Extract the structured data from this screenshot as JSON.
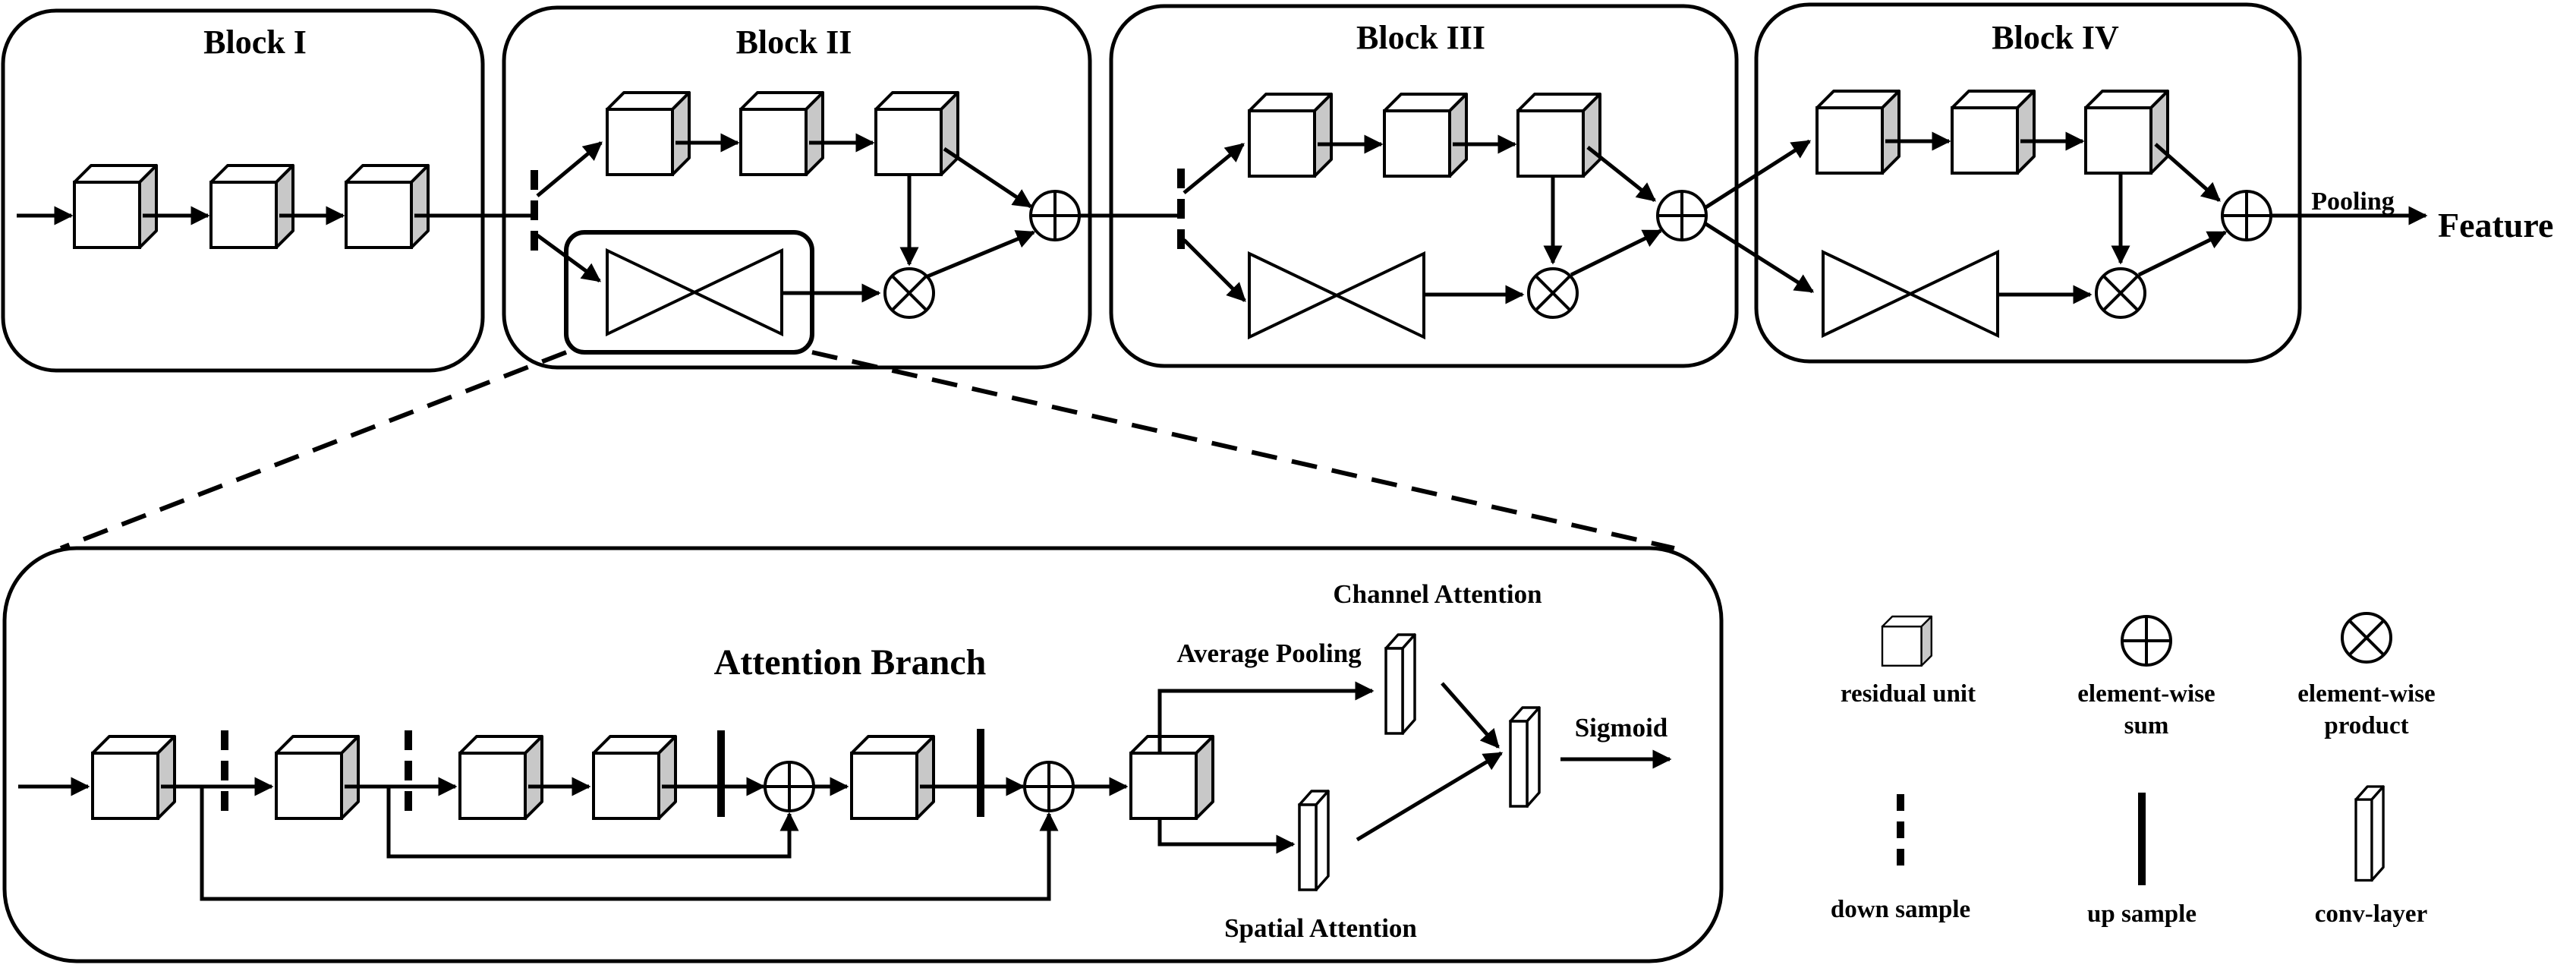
{
  "blocks": {
    "block1_title": "Block I",
    "block2_title": "Block II",
    "block3_title": "Block III",
    "block4_title": "Block IV"
  },
  "output": {
    "pooling_label": "Pooling",
    "feature_label": "Feature"
  },
  "attention": {
    "title": "Attention Branch",
    "average_pooling_label": "Average Pooling",
    "channel_attention_label": "Channel Attention",
    "spatial_attention_label": "Spatial Attention",
    "sigmoid_label": "Sigmoid"
  },
  "legend": {
    "residual_unit": "residual unit",
    "sum_line1": "element-wise",
    "sum_line2": "sum",
    "product_line1": "element-wise",
    "product_line2": "product",
    "down_sample": "down sample",
    "up_sample": "up sample",
    "conv_layer": "conv-layer"
  }
}
